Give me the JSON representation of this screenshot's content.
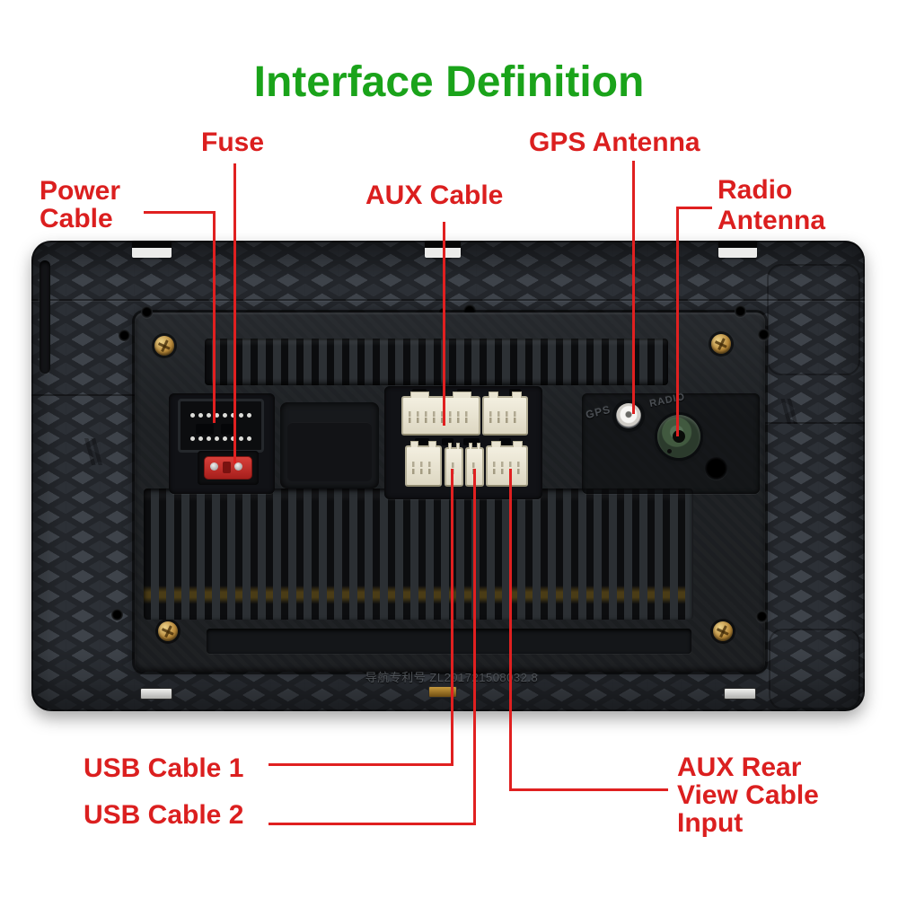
{
  "title": {
    "text": "Interface Definition"
  },
  "colors": {
    "title_green": "#1aa31a",
    "label_red": "#db1f1f",
    "leader_red": "#e02020"
  },
  "annotations": {
    "fuse": {
      "label": "Fuse"
    },
    "power_cable": {
      "line1": "Power",
      "line2": "Cable"
    },
    "aux_cable": {
      "label": "AUX Cable"
    },
    "gps_antenna": {
      "label": "GPS Antenna"
    },
    "radio_antenna": {
      "line1": "Radio",
      "line2": "Antenna"
    },
    "usb_cable_1": {
      "label": "USB Cable 1"
    },
    "usb_cable_2": {
      "label": "USB Cable 2"
    },
    "aux_rear_view": {
      "line1": "AUX Rear",
      "line2": "View Cable",
      "line3": "Input"
    }
  },
  "device": {
    "gps_port_label": "GPS",
    "radio_port_label": "RADIO",
    "patent_text": "导航专利号 ZL201721508032.8"
  }
}
